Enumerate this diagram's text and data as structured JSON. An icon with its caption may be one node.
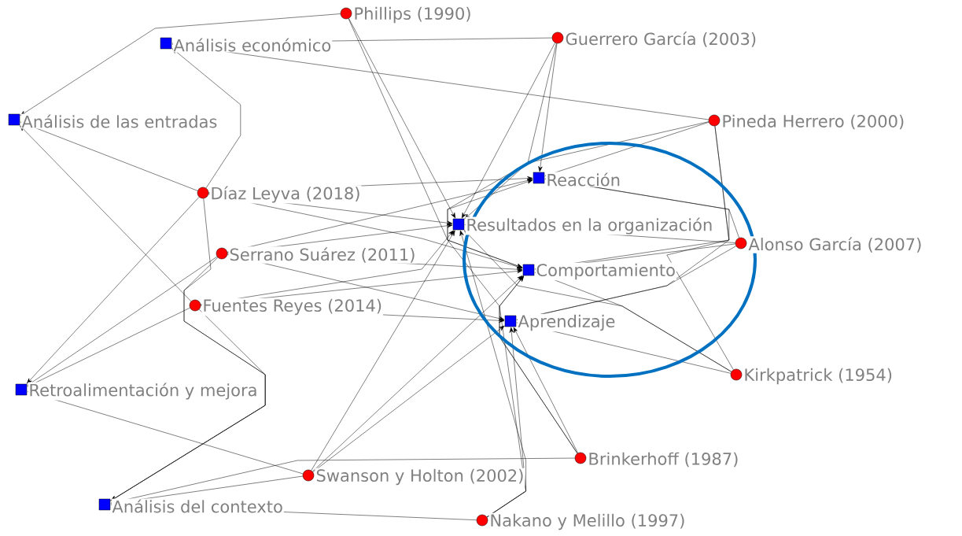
{
  "diagram": {
    "nodes": [
      {
        "text": [
          "Phillips (1990)"
        ]
      },
      {
        "text": [
          "Análisis económico"
        ]
      },
      {
        "text": [
          "Guerrero García (2003)"
        ]
      },
      {
        "text": [
          "Análisis de las entradas"
        ]
      },
      {
        "text": [
          "Pineda Herrero (2000)"
        ]
      },
      {
        "text": [
          "Reacción"
        ]
      },
      {
        "text": [
          "Díaz Leyva (2018)"
        ]
      },
      {
        "text": [
          "Resultados en la organización"
        ]
      },
      {
        "text": [
          "Alonso García (2007)"
        ]
      },
      {
        "text": [
          "Serrano Suárez (2011)"
        ]
      },
      {
        "text": [
          "Comportamiento"
        ]
      },
      {
        "text": [
          "Fuentes Reyes (2014)"
        ]
      },
      {
        "text": [
          "Aprendizaje"
        ]
      },
      {
        "text": [
          "Kirkpatrick (1954)"
        ]
      },
      {
        "text": [
          "Retroalimentación y mejora"
        ]
      },
      {
        "text": [
          "Brinkerhoff (1987)"
        ]
      },
      {
        "text": [
          "Swanson y Holton (2002)"
        ]
      },
      {
        "text": [
          "Análisis del contexto"
        ]
      },
      {
        "text": [
          "Nakano y Melillo (1997)"
        ]
      }
    ],
    "edges": [
      {
        "from": 0,
        "to": 3,
        "arrow": "to"
      },
      {
        "from": 0,
        "to": 7,
        "arrow": "to"
      },
      {
        "from": 0,
        "to": 10,
        "arrow": "to"
      },
      {
        "from": 2,
        "to": 1,
        "arrow": "to"
      },
      {
        "from": 2,
        "to": 5,
        "arrow": "to"
      },
      {
        "from": 2,
        "to": 10,
        "arrow": "to"
      },
      {
        "from": 2,
        "to": 7,
        "arrow": "to"
      },
      {
        "from": 4,
        "to": 1,
        "arrow": "to"
      },
      {
        "from": 4,
        "to": 5,
        "arrow": "to"
      },
      {
        "from": 4,
        "to": 7,
        "arrow": "to"
      },
      {
        "from": 4,
        "to": 10,
        "arrow": "to"
      },
      {
        "from": 4,
        "to": 12,
        "arrow": "to"
      },
      {
        "from": 6,
        "to": 1,
        "arrow": "to"
      },
      {
        "from": 6,
        "to": 3,
        "arrow": "to"
      },
      {
        "from": 6,
        "to": 14,
        "arrow": "to"
      },
      {
        "from": 6,
        "to": 17,
        "arrow": "to"
      },
      {
        "from": 6,
        "to": 5,
        "arrow": "to"
      },
      {
        "from": 6,
        "to": 7,
        "arrow": "to"
      },
      {
        "from": 6,
        "to": 10,
        "arrow": "to"
      },
      {
        "from": 9,
        "to": 14,
        "arrow": "to"
      },
      {
        "from": 9,
        "to": 17,
        "arrow": "to"
      },
      {
        "from": 9,
        "to": 5,
        "arrow": "to"
      },
      {
        "from": 9,
        "to": 7,
        "arrow": "to"
      },
      {
        "from": 9,
        "to": 10,
        "arrow": "to"
      },
      {
        "from": 9,
        "to": 12,
        "arrow": "to"
      },
      {
        "from": 11,
        "to": 3,
        "arrow": "to"
      },
      {
        "from": 11,
        "to": 14,
        "arrow": "to"
      },
      {
        "from": 11,
        "to": 17,
        "arrow": "to"
      },
      {
        "from": 11,
        "to": 7,
        "arrow": "to"
      },
      {
        "from": 11,
        "to": 10,
        "arrow": "to"
      },
      {
        "from": 11,
        "to": 12,
        "arrow": "to"
      },
      {
        "from": 8,
        "to": 5,
        "arrow": "to"
      },
      {
        "from": 8,
        "to": 7,
        "arrow": "to"
      },
      {
        "from": 8,
        "to": 10,
        "arrow": "to"
      },
      {
        "from": 8,
        "to": 12,
        "arrow": "to"
      },
      {
        "from": 13,
        "to": 5,
        "arrow": "to"
      },
      {
        "from": 13,
        "to": 7,
        "arrow": "to"
      },
      {
        "from": 13,
        "to": 10,
        "arrow": "to"
      },
      {
        "from": 13,
        "to": 12,
        "arrow": "to"
      },
      {
        "from": 15,
        "to": 5,
        "arrow": "to"
      },
      {
        "from": 15,
        "to": 10,
        "arrow": "to"
      },
      {
        "from": 15,
        "to": 12,
        "arrow": "to"
      },
      {
        "from": 15,
        "to": 17,
        "arrow": "to"
      },
      {
        "from": 16,
        "to": 14,
        "arrow": "to"
      },
      {
        "from": 16,
        "to": 17,
        "arrow": "to"
      },
      {
        "from": 16,
        "to": 7,
        "arrow": "to"
      },
      {
        "from": 16,
        "to": 10,
        "arrow": "to"
      },
      {
        "from": 16,
        "to": 12,
        "arrow": "to"
      },
      {
        "from": 18,
        "to": 17,
        "arrow": "to"
      },
      {
        "from": 18,
        "to": 7,
        "arrow": "to"
      },
      {
        "from": 18,
        "to": 10,
        "arrow": "to"
      },
      {
        "from": 18,
        "to": 12,
        "arrow": "to"
      }
    ]
  }
}
